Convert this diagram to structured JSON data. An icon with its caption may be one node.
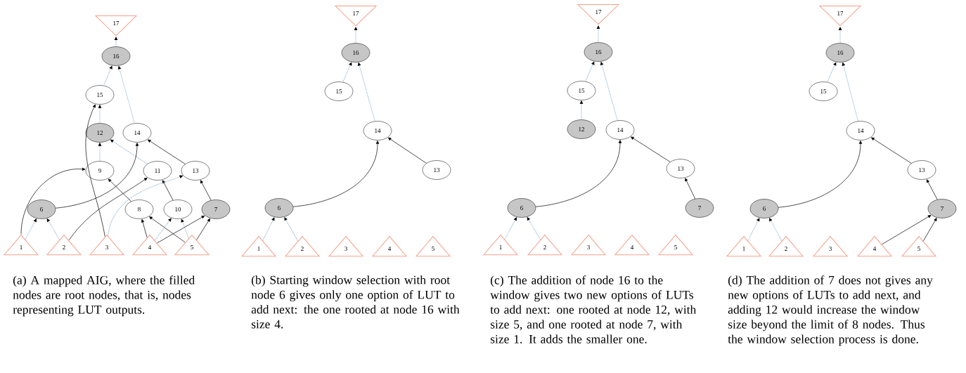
{
  "diagram": {
    "nodes": [
      {
        "text": [
          "17"
        ]
      },
      {
        "text": [
          "16"
        ]
      },
      {
        "text": [
          "15"
        ]
      },
      {
        "text": [
          "12"
        ]
      },
      {
        "text": [
          "14"
        ]
      },
      {
        "text": [
          "9"
        ]
      },
      {
        "text": [
          "11"
        ]
      },
      {
        "text": [
          "13"
        ]
      },
      {
        "text": [
          "6"
        ]
      },
      {
        "text": [
          "8"
        ]
      },
      {
        "text": [
          "10"
        ]
      },
      {
        "text": [
          "7"
        ]
      },
      {
        "text": [
          "1"
        ]
      },
      {
        "text": [
          "2"
        ]
      },
      {
        "text": [
          "3"
        ]
      },
      {
        "text": [
          "4"
        ]
      },
      {
        "text": [
          "5"
        ]
      },
      {
        "text": [
          "17"
        ]
      },
      {
        "text": [
          "16"
        ]
      },
      {
        "text": [
          "15"
        ]
      },
      {
        "text": [
          "14"
        ]
      },
      {
        "text": [
          "13"
        ]
      },
      {
        "text": [
          "6"
        ]
      },
      {
        "text": [
          "1"
        ]
      },
      {
        "text": [
          "2"
        ]
      },
      {
        "text": [
          "3"
        ]
      },
      {
        "text": [
          "4"
        ]
      },
      {
        "text": [
          "5"
        ]
      },
      {
        "text": [
          "17"
        ]
      },
      {
        "text": [
          "16"
        ]
      },
      {
        "text": [
          "15"
        ]
      },
      {
        "text": [
          "12"
        ]
      },
      {
        "text": [
          "14"
        ]
      },
      {
        "text": [
          "13"
        ]
      },
      {
        "text": [
          "6"
        ]
      },
      {
        "text": [
          "7"
        ]
      },
      {
        "text": [
          "1"
        ]
      },
      {
        "text": [
          "2"
        ]
      },
      {
        "text": [
          "3"
        ]
      },
      {
        "text": [
          "4"
        ]
      },
      {
        "text": [
          "5"
        ]
      },
      {
        "text": [
          "17"
        ]
      },
      {
        "text": [
          "16"
        ]
      },
      {
        "text": [
          "15"
        ]
      },
      {
        "text": [
          "14"
        ]
      },
      {
        "text": [
          "13"
        ]
      },
      {
        "text": [
          "6"
        ]
      },
      {
        "text": [
          "7"
        ]
      },
      {
        "text": [
          "1"
        ]
      },
      {
        "text": [
          "2"
        ]
      },
      {
        "text": [
          "3"
        ]
      },
      {
        "text": [
          "4"
        ]
      },
      {
        "text": [
          "5"
        ]
      }
    ],
    "edges": [
      {
        "from": 1,
        "to": 0,
        "arrow": "to",
        "style": "dashed",
        "color": "#7fa9c9"
      },
      {
        "from": 2,
        "to": 1,
        "arrow": "to",
        "style": "dashed",
        "color": "#7fa9c9"
      },
      {
        "from": 4,
        "to": 1,
        "arrow": "to",
        "style": "dashed",
        "color": "#7fa9c9"
      },
      {
        "from": 3,
        "to": 2,
        "arrow": "to",
        "style": "dashed",
        "color": "#7fa9c9"
      },
      {
        "from": 14,
        "to": 2,
        "arrow": "to",
        "color": "#000000"
      },
      {
        "from": 5,
        "to": 3,
        "arrow": "to",
        "style": "dashed",
        "color": "#7fa9c9"
      },
      {
        "from": 6,
        "to": 3,
        "arrow": "to",
        "style": "dashed",
        "color": "#7fa9c9"
      },
      {
        "from": 8,
        "to": 4,
        "arrow": "to",
        "color": "#000000"
      },
      {
        "from": 7,
        "to": 4,
        "arrow": "to",
        "color": "#000000"
      },
      {
        "from": 12,
        "to": 5,
        "arrow": "to",
        "color": "#000000"
      },
      {
        "from": 9,
        "to": 5,
        "arrow": "to",
        "color": "#000000"
      },
      {
        "from": 13,
        "to": 6,
        "arrow": "to",
        "color": "#000000"
      },
      {
        "from": 10,
        "to": 6,
        "arrow": "to",
        "color": "#000000"
      },
      {
        "from": 14,
        "to": 7,
        "arrow": "to",
        "style": "dashed",
        "color": "#7fa9c9"
      },
      {
        "from": 11,
        "to": 7,
        "arrow": "to",
        "color": "#000000"
      },
      {
        "from": 12,
        "to": 8,
        "arrow": "to",
        "style": "dashed",
        "color": "#7fa9c9"
      },
      {
        "from": 13,
        "to": 8,
        "arrow": "to",
        "style": "dashed",
        "color": "#7fa9c9"
      },
      {
        "from": 15,
        "to": 9,
        "arrow": "to",
        "color": "#000000"
      },
      {
        "from": 16,
        "to": 9,
        "arrow": "to",
        "color": "#000000"
      },
      {
        "from": 15,
        "to": 10,
        "arrow": "to",
        "style": "dashed",
        "color": "#7fa9c9"
      },
      {
        "from": 16,
        "to": 10,
        "arrow": "to",
        "style": "dashed",
        "color": "#7fa9c9"
      },
      {
        "from": 15,
        "to": 11,
        "arrow": "to",
        "color": "#000000"
      },
      {
        "from": 16,
        "to": 11,
        "arrow": "to",
        "color": "#000000"
      },
      {
        "from": 18,
        "to": 17,
        "arrow": "to",
        "style": "dashed",
        "color": "#7fa9c9"
      },
      {
        "from": 19,
        "to": 18,
        "arrow": "to",
        "style": "dashed",
        "color": "#7fa9c9"
      },
      {
        "from": 20,
        "to": 18,
        "arrow": "to",
        "style": "dashed",
        "color": "#7fa9c9"
      },
      {
        "from": 22,
        "to": 20,
        "arrow": "to",
        "color": "#000000"
      },
      {
        "from": 21,
        "to": 20,
        "arrow": "to",
        "color": "#000000"
      },
      {
        "from": 23,
        "to": 22,
        "arrow": "to",
        "style": "dashed",
        "color": "#7fa9c9"
      },
      {
        "from": 24,
        "to": 22,
        "arrow": "to",
        "style": "dashed",
        "color": "#7fa9c9"
      },
      {
        "from": 29,
        "to": 28,
        "arrow": "to",
        "style": "dashed",
        "color": "#7fa9c9"
      },
      {
        "from": 30,
        "to": 29,
        "arrow": "to",
        "style": "dashed",
        "color": "#7fa9c9"
      },
      {
        "from": 32,
        "to": 29,
        "arrow": "to",
        "style": "dashed",
        "color": "#7fa9c9"
      },
      {
        "from": 31,
        "to": 30,
        "arrow": "to",
        "style": "dashed",
        "color": "#7fa9c9"
      },
      {
        "from": 34,
        "to": 32,
        "arrow": "to",
        "color": "#000000"
      },
      {
        "from": 33,
        "to": 32,
        "arrow": "to",
        "color": "#000000"
      },
      {
        "from": 35,
        "to": 33,
        "arrow": "to",
        "color": "#000000"
      },
      {
        "from": 36,
        "to": 34,
        "arrow": "to",
        "style": "dashed",
        "color": "#7fa9c9"
      },
      {
        "from": 37,
        "to": 34,
        "arrow": "to",
        "style": "dashed",
        "color": "#7fa9c9"
      },
      {
        "from": 42,
        "to": 41,
        "arrow": "to",
        "style": "dashed",
        "color": "#7fa9c9"
      },
      {
        "from": 43,
        "to": 42,
        "arrow": "to",
        "style": "dashed",
        "color": "#7fa9c9"
      },
      {
        "from": 44,
        "to": 42,
        "arrow": "to",
        "style": "dashed",
        "color": "#7fa9c9"
      },
      {
        "from": 46,
        "to": 44,
        "arrow": "to",
        "color": "#000000"
      },
      {
        "from": 45,
        "to": 44,
        "arrow": "to",
        "color": "#000000"
      },
      {
        "from": 47,
        "to": 45,
        "arrow": "to",
        "color": "#000000"
      },
      {
        "from": 51,
        "to": 47,
        "arrow": "to",
        "color": "#000000"
      },
      {
        "from": 52,
        "to": 47,
        "arrow": "to",
        "color": "#000000"
      },
      {
        "from": 48,
        "to": 46,
        "arrow": "to",
        "style": "dashed",
        "color": "#7fa9c9"
      },
      {
        "from": 49,
        "to": 46,
        "arrow": "to",
        "style": "dashed",
        "color": "#7fa9c9"
      }
    ],
    "labels": [
      "(a) A mapped AIG, where the filled nodes are root nodes, that is, nodes representing LUT outputs.",
      "(b) Starting window selection with root node 6 gives only one option of LUT to add next: the one rooted at node 16 with size 4.",
      "(c) The addition of node 16 to the window gives two new options of LUTs to add next: one rooted at node 12, with size 5, and one rooted at node 7, with size 1. It adds the smaller one.",
      "(d) The addition of 7 does not gives any new options of LUTs to add next, and adding 12 would increase the window size beyond the limit of 8 nodes. Thus the window selection process is done."
    ]
  }
}
